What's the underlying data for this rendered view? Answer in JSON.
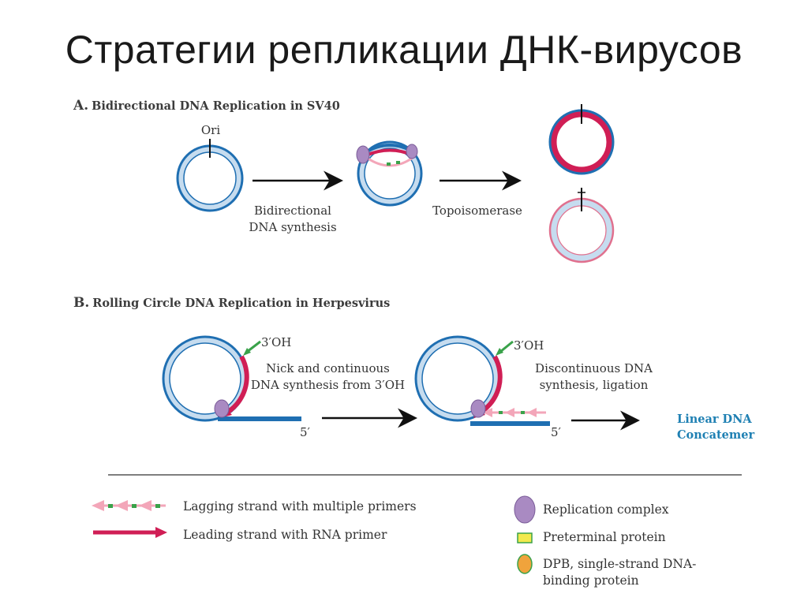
{
  "title": "Стратегии репликации ДНК-вирусов",
  "section_a": {
    "letter": "A.",
    "title": "Bidirectional DNA Replication in SV40"
  },
  "section_b": {
    "letter": "B.",
    "title": "Rolling Circle DNA Replication in Herpesvirus"
  },
  "labels": {
    "ori": "Ori",
    "bidir_line1": "Bidirectional",
    "bidir_line2": "DNA synthesis",
    "topo": "Topoisomerase",
    "three_oh": "3′OH",
    "three_oh_2": "3′OH",
    "nick_line1": "Nick and continuous",
    "nick_line2": "DNA synthesis from 3′OH",
    "disc_line1": "Discontinuous DNA",
    "disc_line2": "synthesis, ligation",
    "five_prime": "5′",
    "five_prime_2": "5′",
    "concat_line1": "Linear DNA",
    "concat_line2": "Concatemer"
  },
  "legend": {
    "lagging": "Lagging strand with multiple primers",
    "leading": "Leading strand with RNA primer",
    "repl_complex": "Replication complex",
    "preterminal": "Preterminal protein",
    "dpb_line1": "DPB, single-strand DNA-",
    "dpb_line2": "binding protein"
  },
  "colors": {
    "dna_blue": "#1f6fb2",
    "light_blue": "#c6dcef",
    "crimson": "#d01e55",
    "pink": "#f3a6b9",
    "purple": "#a98ac2",
    "yellow": "#f2e94e",
    "green": "#3aa24a",
    "orange": "#f0a33c",
    "concat_text": "#1f80b3"
  }
}
